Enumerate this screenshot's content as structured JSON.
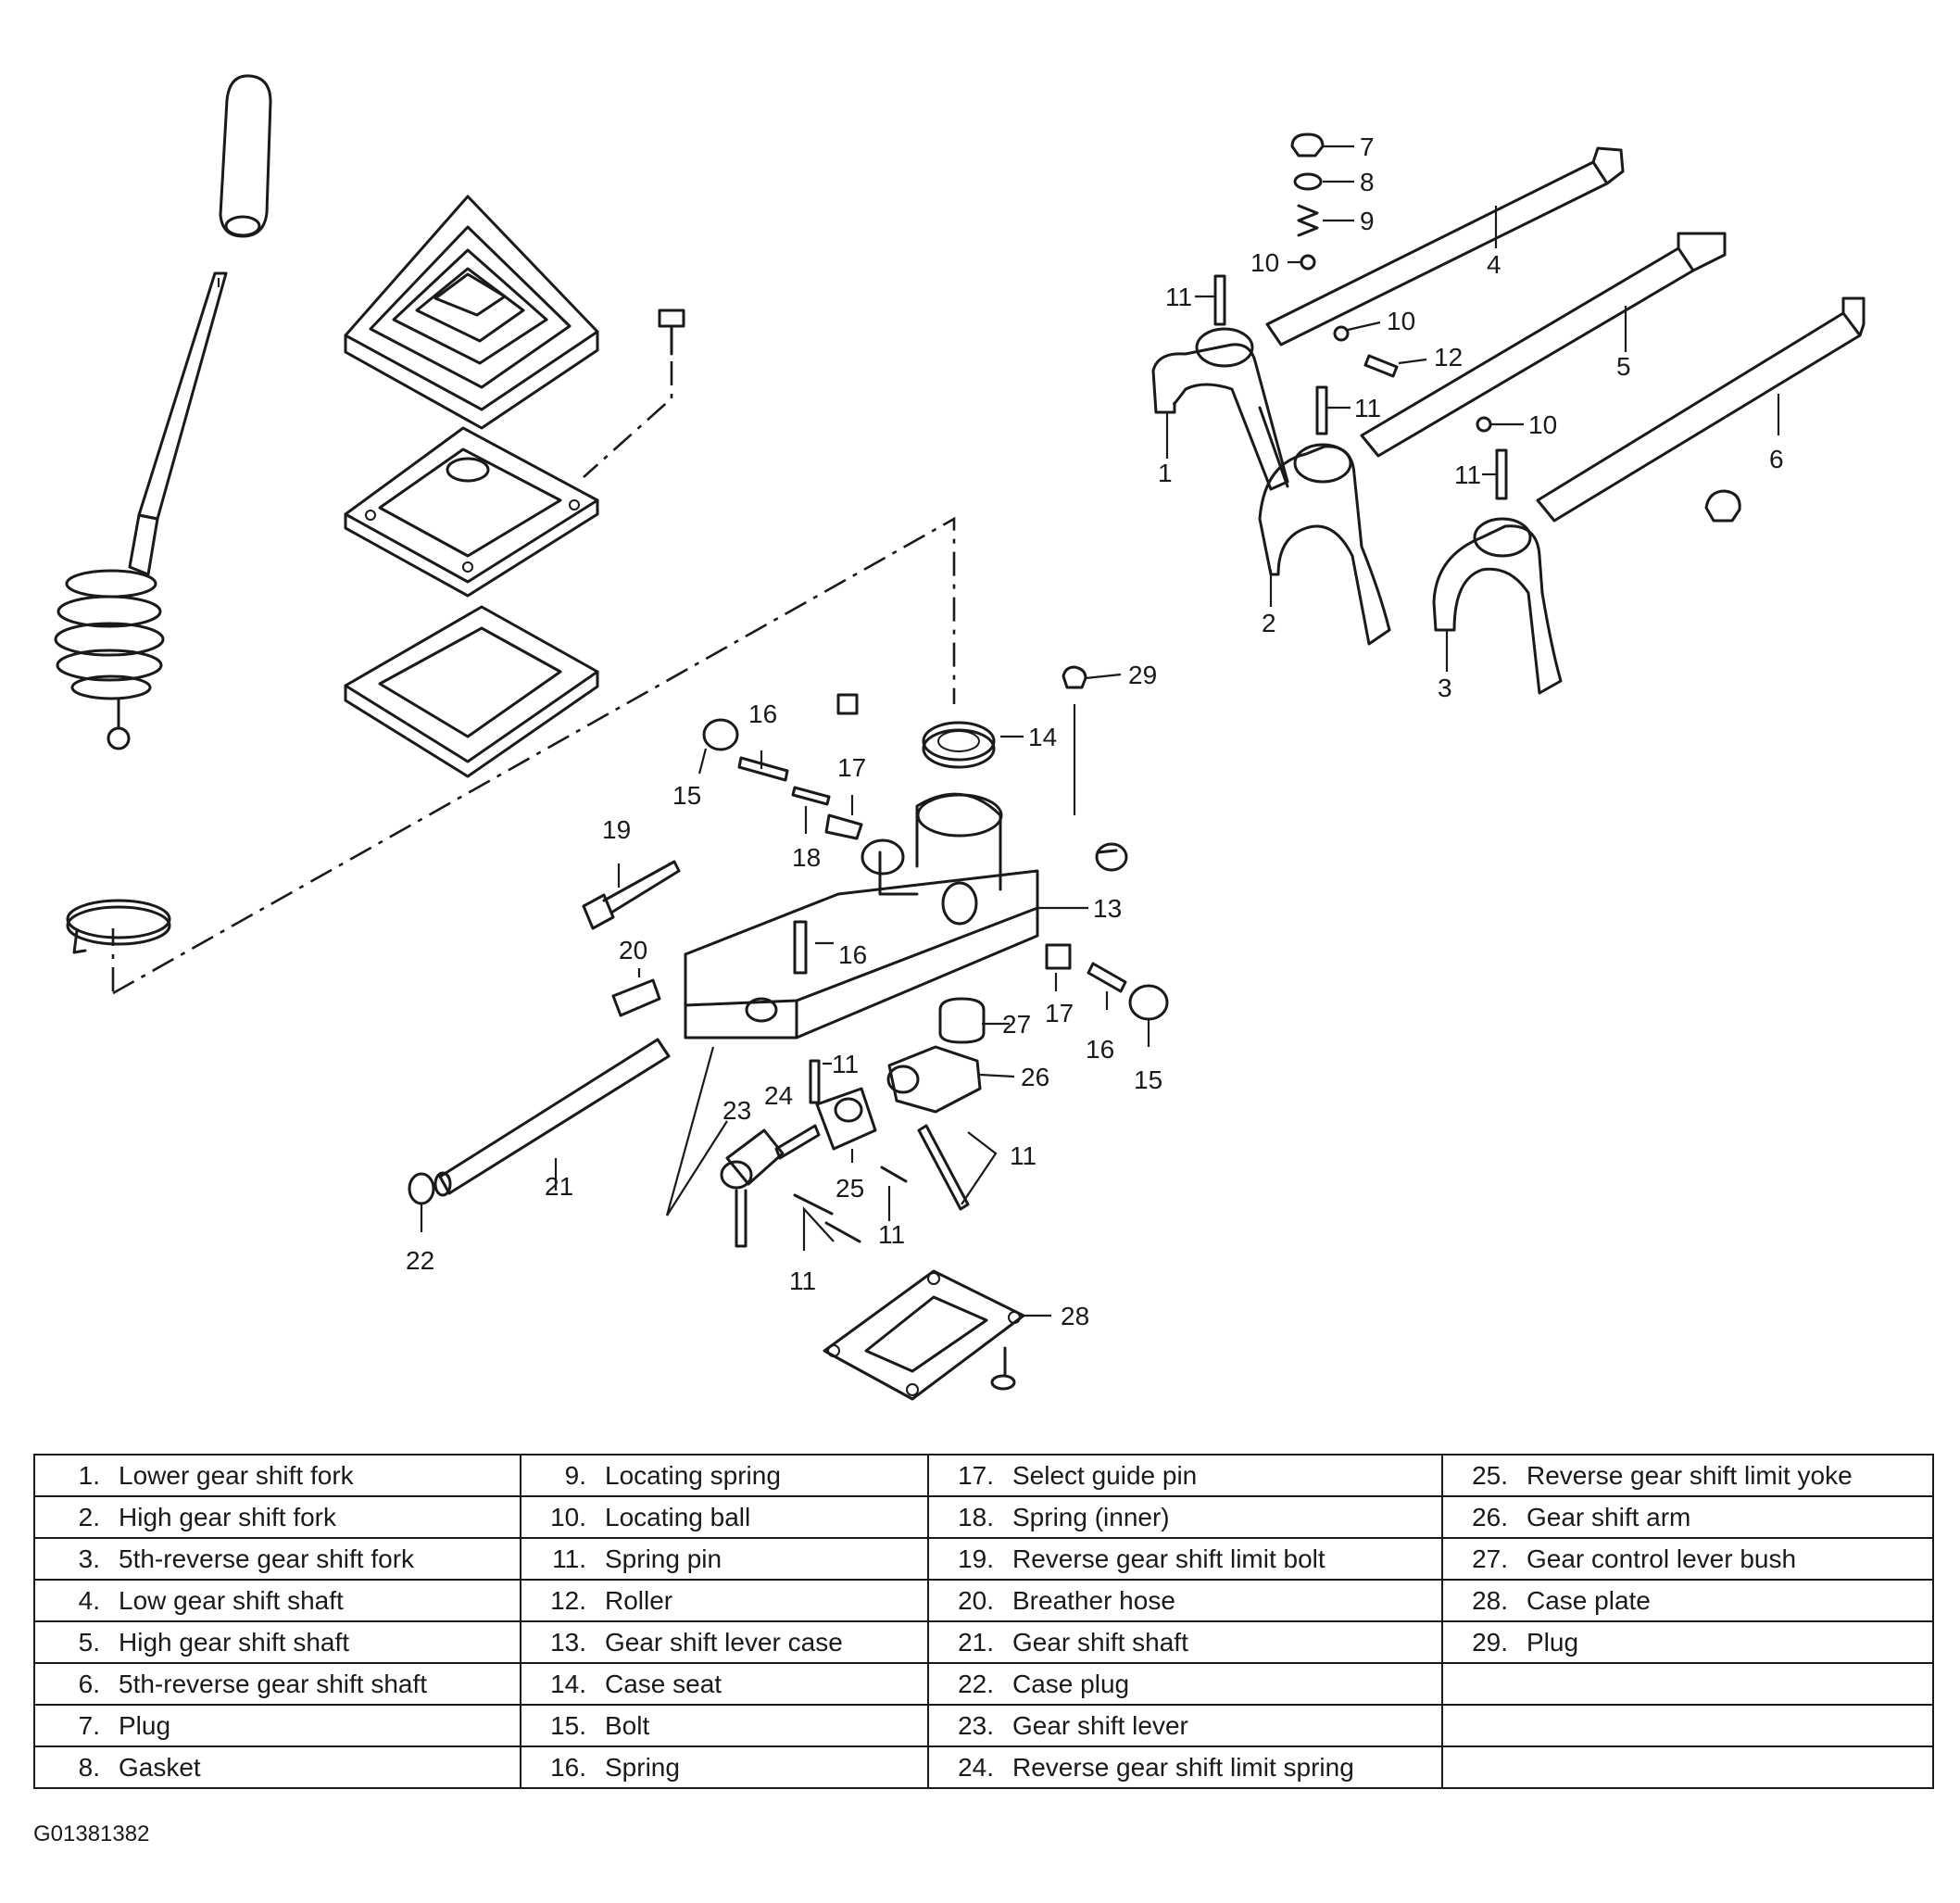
{
  "diagram": {
    "callouts": [
      {
        "id": "c1",
        "text": "1"
      },
      {
        "id": "c2",
        "text": "2"
      },
      {
        "id": "c3",
        "text": "3"
      },
      {
        "id": "c4",
        "text": "4"
      },
      {
        "id": "c5",
        "text": "5"
      },
      {
        "id": "c6",
        "text": "6"
      },
      {
        "id": "c7",
        "text": "7"
      },
      {
        "id": "c8",
        "text": "8"
      },
      {
        "id": "c9",
        "text": "9"
      },
      {
        "id": "c10a",
        "text": "10"
      },
      {
        "id": "c10b",
        "text": "10"
      },
      {
        "id": "c10c",
        "text": "10"
      },
      {
        "id": "c11a",
        "text": "11"
      },
      {
        "id": "c11b",
        "text": "11"
      },
      {
        "id": "c11c",
        "text": "11"
      },
      {
        "id": "c11d",
        "text": "11"
      },
      {
        "id": "c11e",
        "text": "11"
      },
      {
        "id": "c11f",
        "text": "11"
      },
      {
        "id": "c11g",
        "text": "11"
      },
      {
        "id": "c12",
        "text": "12"
      },
      {
        "id": "c13",
        "text": "13"
      },
      {
        "id": "c14",
        "text": "14"
      },
      {
        "id": "c15a",
        "text": "15"
      },
      {
        "id": "c15b",
        "text": "15"
      },
      {
        "id": "c16a",
        "text": "16"
      },
      {
        "id": "c16b",
        "text": "16"
      },
      {
        "id": "c16c",
        "text": "16"
      },
      {
        "id": "c17a",
        "text": "17"
      },
      {
        "id": "c17b",
        "text": "17"
      },
      {
        "id": "c18",
        "text": "18"
      },
      {
        "id": "c19",
        "text": "19"
      },
      {
        "id": "c20",
        "text": "20"
      },
      {
        "id": "c21",
        "text": "21"
      },
      {
        "id": "c22",
        "text": "22"
      },
      {
        "id": "c23",
        "text": "23"
      },
      {
        "id": "c24",
        "text": "24"
      },
      {
        "id": "c25",
        "text": "25"
      },
      {
        "id": "c26",
        "text": "26"
      },
      {
        "id": "c27",
        "text": "27"
      },
      {
        "id": "c28",
        "text": "28"
      },
      {
        "id": "c29",
        "text": "29"
      }
    ]
  },
  "legend": {
    "columns": [
      [
        {
          "num": "1.",
          "label": "Lower gear shift fork"
        },
        {
          "num": "2.",
          "label": "High gear shift fork"
        },
        {
          "num": "3.",
          "label": "5th-reverse gear shift fork"
        },
        {
          "num": "4.",
          "label": "Low gear shift shaft"
        },
        {
          "num": "5.",
          "label": "High gear shift shaft"
        },
        {
          "num": "6.",
          "label": "5th-reverse gear shift shaft"
        },
        {
          "num": "7.",
          "label": "Plug"
        },
        {
          "num": "8.",
          "label": "Gasket"
        }
      ],
      [
        {
          "num": "9.",
          "label": "Locating spring"
        },
        {
          "num": "10.",
          "label": "Locating ball"
        },
        {
          "num": "11.",
          "label": "Spring pin"
        },
        {
          "num": "12.",
          "label": "Roller"
        },
        {
          "num": "13.",
          "label": "Gear shift lever case"
        },
        {
          "num": "14.",
          "label": "Case seat"
        },
        {
          "num": "15.",
          "label": "Bolt"
        },
        {
          "num": "16.",
          "label": "Spring"
        }
      ],
      [
        {
          "num": "17.",
          "label": "Select guide pin"
        },
        {
          "num": "18.",
          "label": "Spring (inner)"
        },
        {
          "num": "19.",
          "label": "Reverse gear shift limit bolt"
        },
        {
          "num": "20.",
          "label": "Breather hose"
        },
        {
          "num": "21.",
          "label": "Gear shift shaft"
        },
        {
          "num": "22.",
          "label": "Case plug"
        },
        {
          "num": "23.",
          "label": "Gear shift lever"
        },
        {
          "num": "24.",
          "label": "Reverse gear shift limit spring"
        }
      ],
      [
        {
          "num": "25.",
          "label": "Reverse gear shift limit yoke"
        },
        {
          "num": "26.",
          "label": "Gear shift arm"
        },
        {
          "num": "27.",
          "label": "Gear control lever bush"
        },
        {
          "num": "28.",
          "label": "Case plate"
        },
        {
          "num": "29.",
          "label": "Plug"
        },
        {
          "num": "",
          "label": ""
        },
        {
          "num": "",
          "label": ""
        },
        {
          "num": "",
          "label": ""
        }
      ]
    ]
  },
  "figure_id": "G01381382"
}
